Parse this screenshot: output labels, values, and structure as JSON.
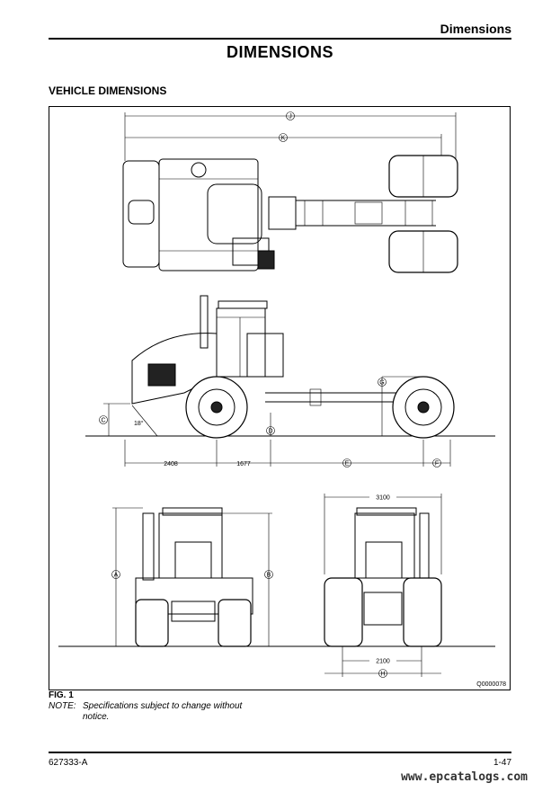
{
  "header": {
    "section": "Dimensions"
  },
  "page": {
    "title": "DIMENSIONS",
    "section_heading": "VEHICLE DIMENSIONS"
  },
  "figure": {
    "callouts": [
      "J",
      "K",
      "C",
      "D",
      "G",
      "E",
      "F",
      "A",
      "B",
      "H"
    ],
    "dims": {
      "d1": "2408",
      "d2": "1677",
      "angle": "18°",
      "top_width": "3100",
      "bottom_width": "2100"
    },
    "ref": "Q0000078",
    "label": "FIG. 1"
  },
  "note": {
    "label": "NOTE:",
    "line1": "Specifications  subject  to  change  without",
    "line2": "notice."
  },
  "footer": {
    "doc_number": "627333-A",
    "page_number": "1-47",
    "watermark": "www.epcatalogs.com"
  }
}
